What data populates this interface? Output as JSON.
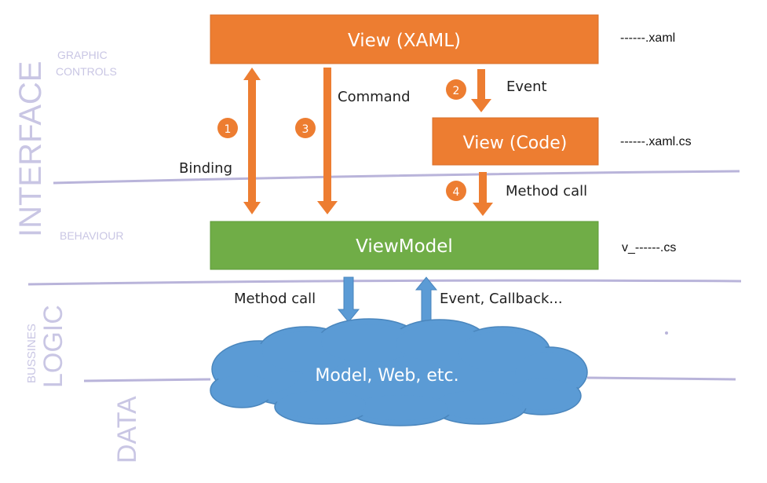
{
  "boxes": {
    "view_xaml": {
      "label": "View (XAML)",
      "file": "------.xaml"
    },
    "view_code": {
      "label": "View (Code)",
      "file": "------.xaml.cs"
    },
    "viewmodel": {
      "label": "ViewModel",
      "file": "v_------.cs"
    },
    "model": {
      "label": "Model, Web, etc."
    }
  },
  "arrows": {
    "binding": {
      "badge": "1",
      "label": "Binding"
    },
    "event": {
      "badge": "2",
      "label": "Event"
    },
    "command": {
      "badge": "3",
      "label": "Command"
    },
    "method_call_top": {
      "badge": "4",
      "label": "Method call"
    },
    "method_call_bottom": {
      "label": "Method call"
    },
    "event_callback": {
      "label": "Event, Callback..."
    }
  },
  "layers": {
    "interface": "INTERFACE",
    "graphic_controls_line1": "GRAPHIC",
    "graphic_controls_line2": "CONTROLS",
    "behaviour": "BEHAVIOUR",
    "logic": "LOGIC",
    "bussines": "BUSSINES",
    "data": "DATA"
  },
  "colors": {
    "orange": "#ed7d31",
    "green": "#70ad47",
    "blue": "#5b9bd5",
    "lavender": "#c9c6e4",
    "divider": "#b9b4da"
  }
}
